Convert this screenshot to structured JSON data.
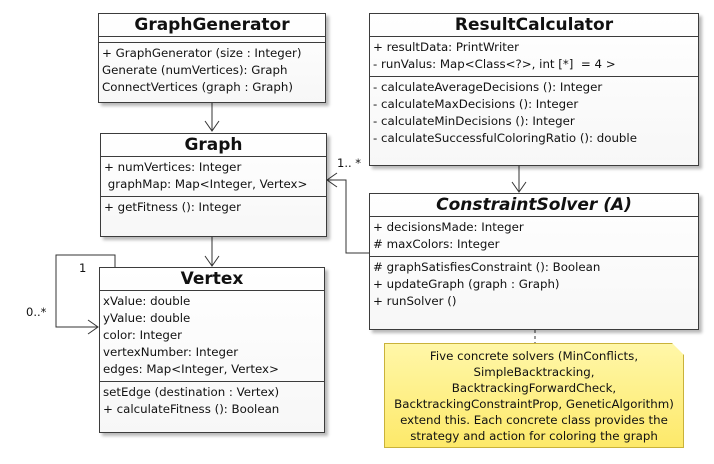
{
  "classes": {
    "graph_generator": {
      "title": "GraphGenerator",
      "attributes": [],
      "operations": [
        "+ GraphGenerator (size : Integer)",
        "Generate (numVertices): Graph",
        "ConnectVertices (graph : Graph)"
      ]
    },
    "graph": {
      "title": "Graph",
      "attributes": [
        "+ numVertices: Integer",
        " graphMap: Map<Integer, Vertex>"
      ],
      "operations": [
        "+ getFitness (): Integer"
      ]
    },
    "vertex": {
      "title": "Vertex",
      "attributes": [
        "xValue: double",
        "yValue: double",
        "color: Integer",
        "vertexNumber: Integer",
        "edges: Map<Integer, Vertex>"
      ],
      "operations": [
        "setEdge (destination : Vertex)",
        "+ calculateFitness (): Boolean"
      ]
    },
    "result_calculator": {
      "title": "ResultCalculator",
      "attributes": [
        "+ resultData: PrintWriter",
        "- runValus: Map<Class<?>, int [*]  = 4 >"
      ],
      "operations": [
        "- calculateAverageDecisions (): Integer",
        "- calculateMaxDecisions (): Integer",
        "- calculateMinDecisions (): Integer",
        "- calculateSuccessfulColoringRatio (): double"
      ]
    },
    "constraint_solver": {
      "title": "ConstraintSolver (A)",
      "attributes": [
        "+ decisionsMade: Integer",
        "# maxColors: Integer"
      ],
      "operations": [
        "# graphSatisfiesConstraint (): Boolean",
        "+ updateGraph (graph : Graph)",
        "+ runSolver ()"
      ]
    }
  },
  "note": {
    "lines": [
      "Five concrete solvers (MinConflicts,",
      "SimpleBacktracking,",
      "BacktrackingForwardCheck,",
      "BacktrackingConstraintProp, GeneticAlgorithm)",
      "extend this. Each concrete class provides the",
      "strategy and action for coloring the graph"
    ]
  },
  "multiplicities": {
    "graph_solver": "1.. *",
    "vertex_self_one": "1",
    "vertex_self_many": "0..*"
  },
  "colors": {
    "border": "#3c3c3c",
    "note_fill": "#fde96a",
    "note_border": "#c9b23a"
  }
}
